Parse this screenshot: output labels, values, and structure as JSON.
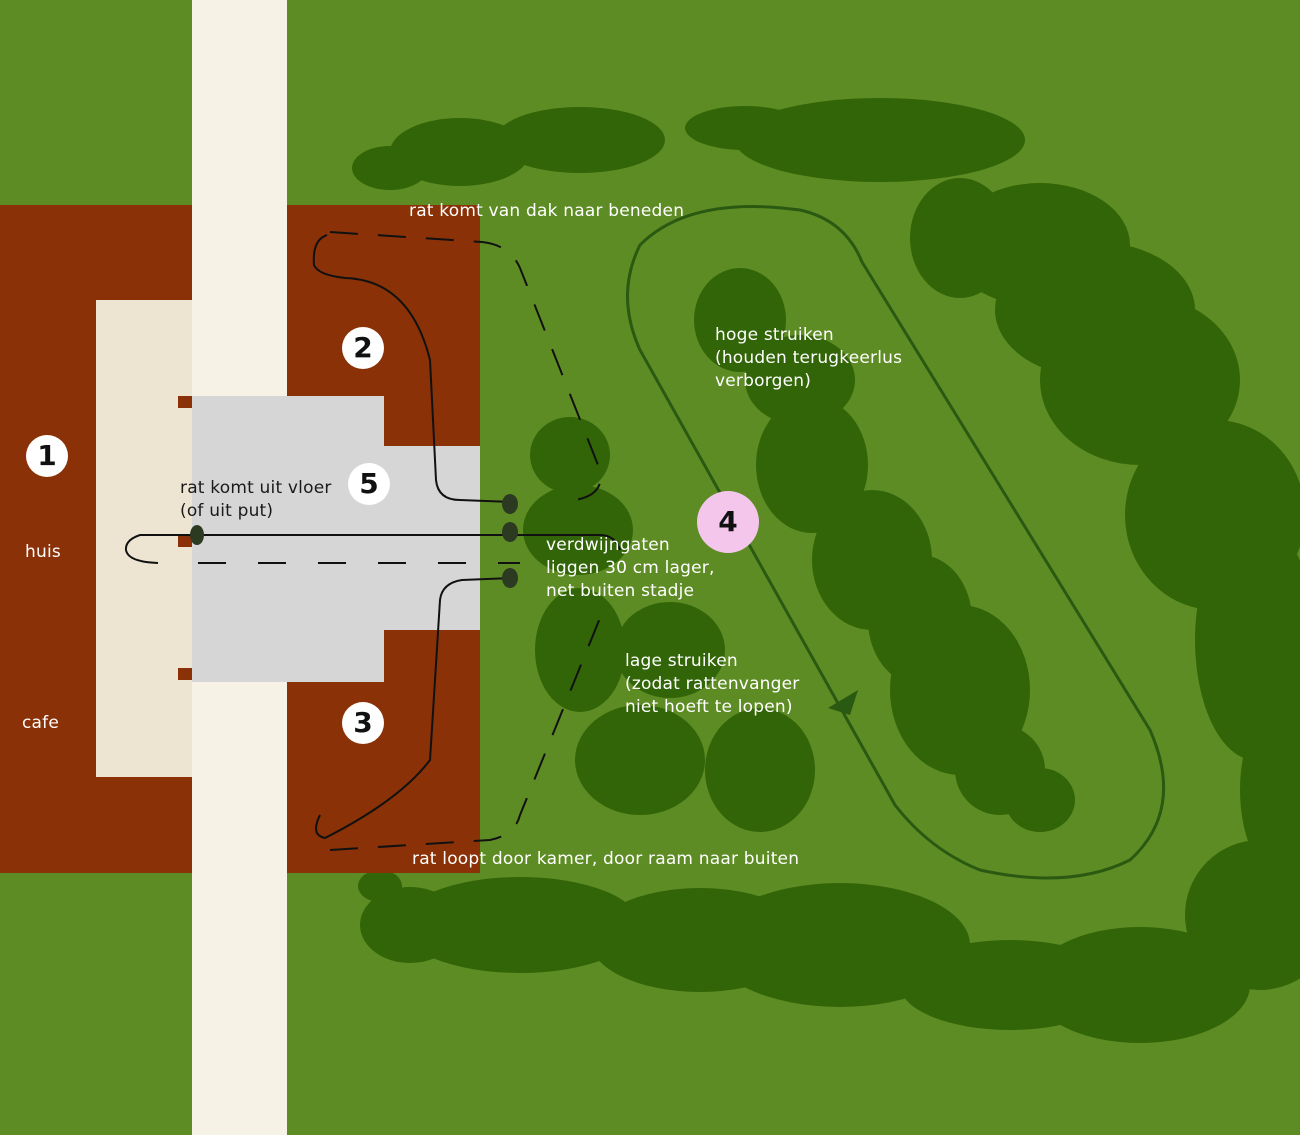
{
  "colors": {
    "grass": "#5e8c24",
    "shrub": "#316507",
    "building": "#8a3107",
    "street": "#f6f2e6",
    "sidewalk": "#ede4d2",
    "plaza": "#d6d6d6",
    "route_line": "#111111",
    "loop_line": "#2a5a12",
    "badge": "#ffffff",
    "badge_highlight": "#f4c6ec"
  },
  "badges": {
    "b1": "1",
    "b2": "2",
    "b3": "3",
    "b4": "4",
    "b5": "5"
  },
  "labels": {
    "huis": "huis",
    "cafe": "cafe",
    "rat_dak": "rat komt van dak naar beneden",
    "rat_kamer": "rat loopt door kamer, door raam  naar buiten",
    "rat_vloer": [
      "rat komt uit vloer",
      "(of uit put)"
    ],
    "verdwijngaten": [
      "verdwijngaten",
      "liggen 30 cm lager,",
      "net buiten stadje"
    ],
    "hoge_struiken": [
      "hoge struiken",
      "(houden terugkeerlus",
      "verborgen)"
    ],
    "lage_struiken": [
      "lage struiken",
      "(zodat rattenvanger",
      "niet hoeft te lopen)"
    ]
  }
}
